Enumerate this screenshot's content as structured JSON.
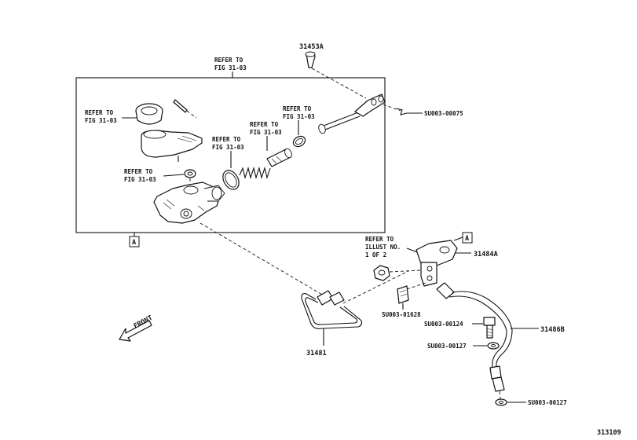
{
  "labels": {
    "refer_top_1": "REFER TO",
    "refer_top_2": "FIG 31-03",
    "refer_res_1": "REFER TO",
    "refer_res_2": "FIG 31-03",
    "refer_ring_1": "REFER TO",
    "refer_ring_2": "FIG 31-03",
    "refer_spring_1": "REFER TO",
    "refer_spring_2": "FIG 31-03",
    "refer_piston_1": "REFER TO",
    "refer_piston_2": "FIG 31-03",
    "refer_cir_1": "REFER TO",
    "refer_cir_2": "FIG 31-03",
    "refer_illust_1": "REFER TO",
    "refer_illust_2": "ILLUST NO.",
    "refer_illust_3": "1 OF 2",
    "part_31453a": "31453A",
    "part_su75": "SU003-00075",
    "part_31484a": "31484A",
    "part_su1628": "SU003-01628",
    "part_su124": "SU003-00124",
    "part_31486b": "31486B",
    "part_su127a": "SU003-00127",
    "part_su127b": "SU003-00127",
    "part_31481": "31481",
    "ref_a_left": "A",
    "ref_a_right": "A",
    "front": "FRONT",
    "figure_number": "313109"
  }
}
